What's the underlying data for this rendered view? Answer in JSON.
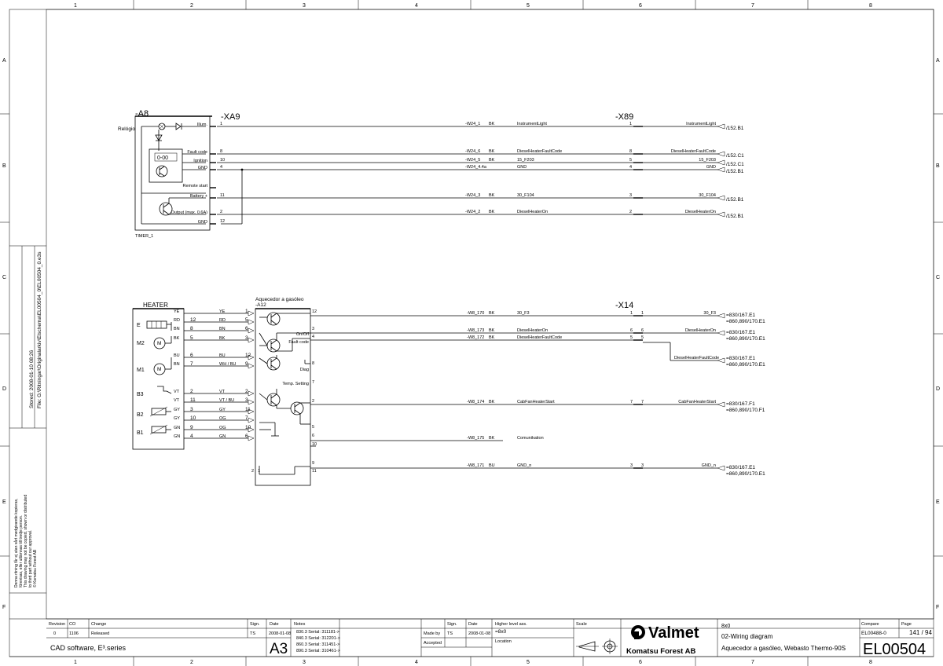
{
  "frame": {
    "cols": [
      "1",
      "2",
      "3",
      "4",
      "5",
      "6",
      "7",
      "8"
    ],
    "rows": [
      "A",
      "B",
      "C",
      "D",
      "E",
      "F"
    ]
  },
  "side": {
    "stored": "Stored: 2008-01-10 08:26",
    "file": "File: G:\\Ritningar\\Originalarkiv\\Elschema\\EL00504_0\\EL00504_0.e3s",
    "legal": [
      "Denna ritning får ej utan vårt medgivande kopieras,",
      "förevisas, eller utlämnas till tredje person.",
      "This drawing may not be copied, shown or distributed",
      "to third part without our approval.",
      "© Komatsu Forest AB"
    ]
  },
  "a8": {
    "ref": "-A8",
    "xa9": "-XA9",
    "x89": "-X89",
    "relogio": "Relógio",
    "timer": "TIMER_1",
    "timer_display": "0-00",
    "labels": [
      "Illum.",
      "Fault code",
      "Ignition",
      "GND",
      "Remote start",
      "Battery +",
      "Output (max. 0.6A)",
      "GND"
    ],
    "pins": [
      "1",
      "8",
      "10",
      "4",
      "",
      "11",
      "2",
      "12"
    ],
    "wires": [
      {
        "id": "-W24_1",
        "col": "BK",
        "sig": "InstrumentLight",
        "pin": "1",
        "dst": "InstrumentLight",
        "ref": "/152.B1"
      },
      {
        "id": "-W24_6",
        "col": "BK",
        "sig": "DieselHeaterFaultCode",
        "pin": "8",
        "dst": "DieselHeaterFaultCode",
        "ref": "/152.C1"
      },
      {
        "id": "-W24_5",
        "col": "BK",
        "sig": "15_F203",
        "pin": "5",
        "dst": "15_F203",
        "ref": "/152.C1"
      },
      {
        "id": "-W24_4.4a",
        "col": "",
        "sig": "GND",
        "pin": "4",
        "dst": "GND",
        "ref": "/152.B1"
      },
      {
        "id": "-W24_3",
        "col": "BK",
        "sig": "30_F104",
        "pin": "3",
        "dst": "30_F104",
        "ref": "/152.B1"
      },
      {
        "id": "-W24_2",
        "col": "BK",
        "sig": "DieselHeaterOn",
        "pin": "2",
        "dst": "DieselHeaterOn",
        "ref": "/152.B1"
      }
    ]
  },
  "heater": {
    "title": "HEATER",
    "a12_title": "Aquecedor a gasóleo",
    "a12_ref": "-A12",
    "x14": "-X14",
    "comp": [
      "E",
      "M2",
      "M1",
      "B3",
      "B2",
      "B1"
    ],
    "rows": [
      {
        "l": "YE",
        "n": "",
        "r": "YE",
        "p": "1"
      },
      {
        "l": "RD",
        "n": "12",
        "r": "RD",
        "p": "5"
      },
      {
        "l": "BN",
        "n": "8",
        "r": "BN",
        "p": "6"
      },
      {
        "l": "BK",
        "n": "5",
        "r": "BK",
        "p": "3"
      },
      {
        "l": "BU",
        "n": "6",
        "r": "BU",
        "p": "12"
      },
      {
        "l": "BN",
        "n": "7",
        "r": "WH / BU",
        "p": "9"
      },
      {
        "l": "VT",
        "n": "2",
        "r": "VT",
        "p": "2"
      },
      {
        "l": "VT",
        "n": "11",
        "r": "VT / BU",
        "p": "3"
      },
      {
        "l": "GY",
        "n": "3",
        "r": "GY",
        "p": "11"
      },
      {
        "l": "GY",
        "n": "10",
        "r": "OG",
        "p": "7"
      },
      {
        "l": "GN",
        "n": "9",
        "r": "OG",
        "p": "10"
      },
      {
        "l": "GN",
        "n": "4",
        "r": "GN",
        "p": "6"
      }
    ],
    "a12_labels": [
      "On/Off",
      "Fault code",
      "Diag",
      "Temp. Setting"
    ],
    "a12_pins": [
      "12",
      "3",
      "4",
      "8",
      "7",
      "2",
      "5",
      "6",
      "10",
      "9",
      "11",
      "2",
      "1"
    ],
    "wires": [
      {
        "id": "-W8_170",
        "col": "BK",
        "sig": "30_F3",
        "p1": "1",
        "p2": "1",
        "dst": "30_F3",
        "ref1": "=830/167.E1",
        "ref2": "=860,890/170.E1"
      },
      {
        "id": "-W8_173",
        "col": "BK",
        "sig": "DieselHeaterOn",
        "p1": "6",
        "p2": "6",
        "dst": "DieselHeaterOn",
        "ref1": "=830/167.E1",
        "ref2": "=860,890/170.E1"
      },
      {
        "id": "-W8_172",
        "col": "BK",
        "sig": "DieselHeaterFaultCode",
        "p1": "5",
        "p2": "5",
        "dst": "DieselHeaterFaultCode",
        "ref1": "=830/167.E1",
        "ref2": "=860,890/170.E1"
      },
      {
        "id": "-W8_174",
        "col": "BK",
        "sig": "CabFanHeaterStart",
        "p1": "7",
        "p2": "7",
        "dst": "CabFanHeaterStart",
        "ref1": "=830/167.F1",
        "ref2": "=860,890/170.F1"
      },
      {
        "id": "-W8_175",
        "col": "BK",
        "sig": "Comunikation",
        "p1": "",
        "p2": "",
        "dst": "",
        "ref1": "",
        "ref2": ""
      },
      {
        "id": "-W8_171",
        "col": "BU",
        "sig": "GND_n",
        "p1": "3",
        "p2": "3",
        "dst": "GND_n",
        "ref1": "=830/167.E1",
        "ref2": "=860,890/170.E1"
      }
    ]
  },
  "title_block": {
    "h_revision": "Revision",
    "h_co": "CO",
    "h_change": "Change",
    "h_sign": "Sign.",
    "h_date": "Date",
    "h_notes": "Notes",
    "rev": "0",
    "co": "1106",
    "change": "Released",
    "sign": "TS",
    "date": "2008-01-08",
    "notes": [
      "830.3 Serial: 311181->",
      "840.3 Serial: 312201->",
      "860.3 Serial: 311451->",
      "890.3 Serial: 310461->"
    ],
    "size": "A3",
    "cad": "CAD software, E³.series",
    "h_sign2": "Sign.",
    "h_date2": "Date",
    "made_by": "Made by",
    "accepted": "Accepted",
    "sign2": "TS",
    "date2": "2008-01-08",
    "higher": "Higher level ass.",
    "higher_val": "=8x0",
    "location": "Location",
    "scale": "Scale",
    "brand": "Valmet",
    "company": "Komatsu Forest AB",
    "t1": "8x0",
    "t2": "02-Wiring diagram",
    "t3": "Aquecedor a gasóleo, Webasto Thermo-90S",
    "compare": "Compare",
    "compare_val": "EL00488-0",
    "page_h": "Page",
    "page_val": "141 / 94",
    "doc": "EL00504"
  }
}
